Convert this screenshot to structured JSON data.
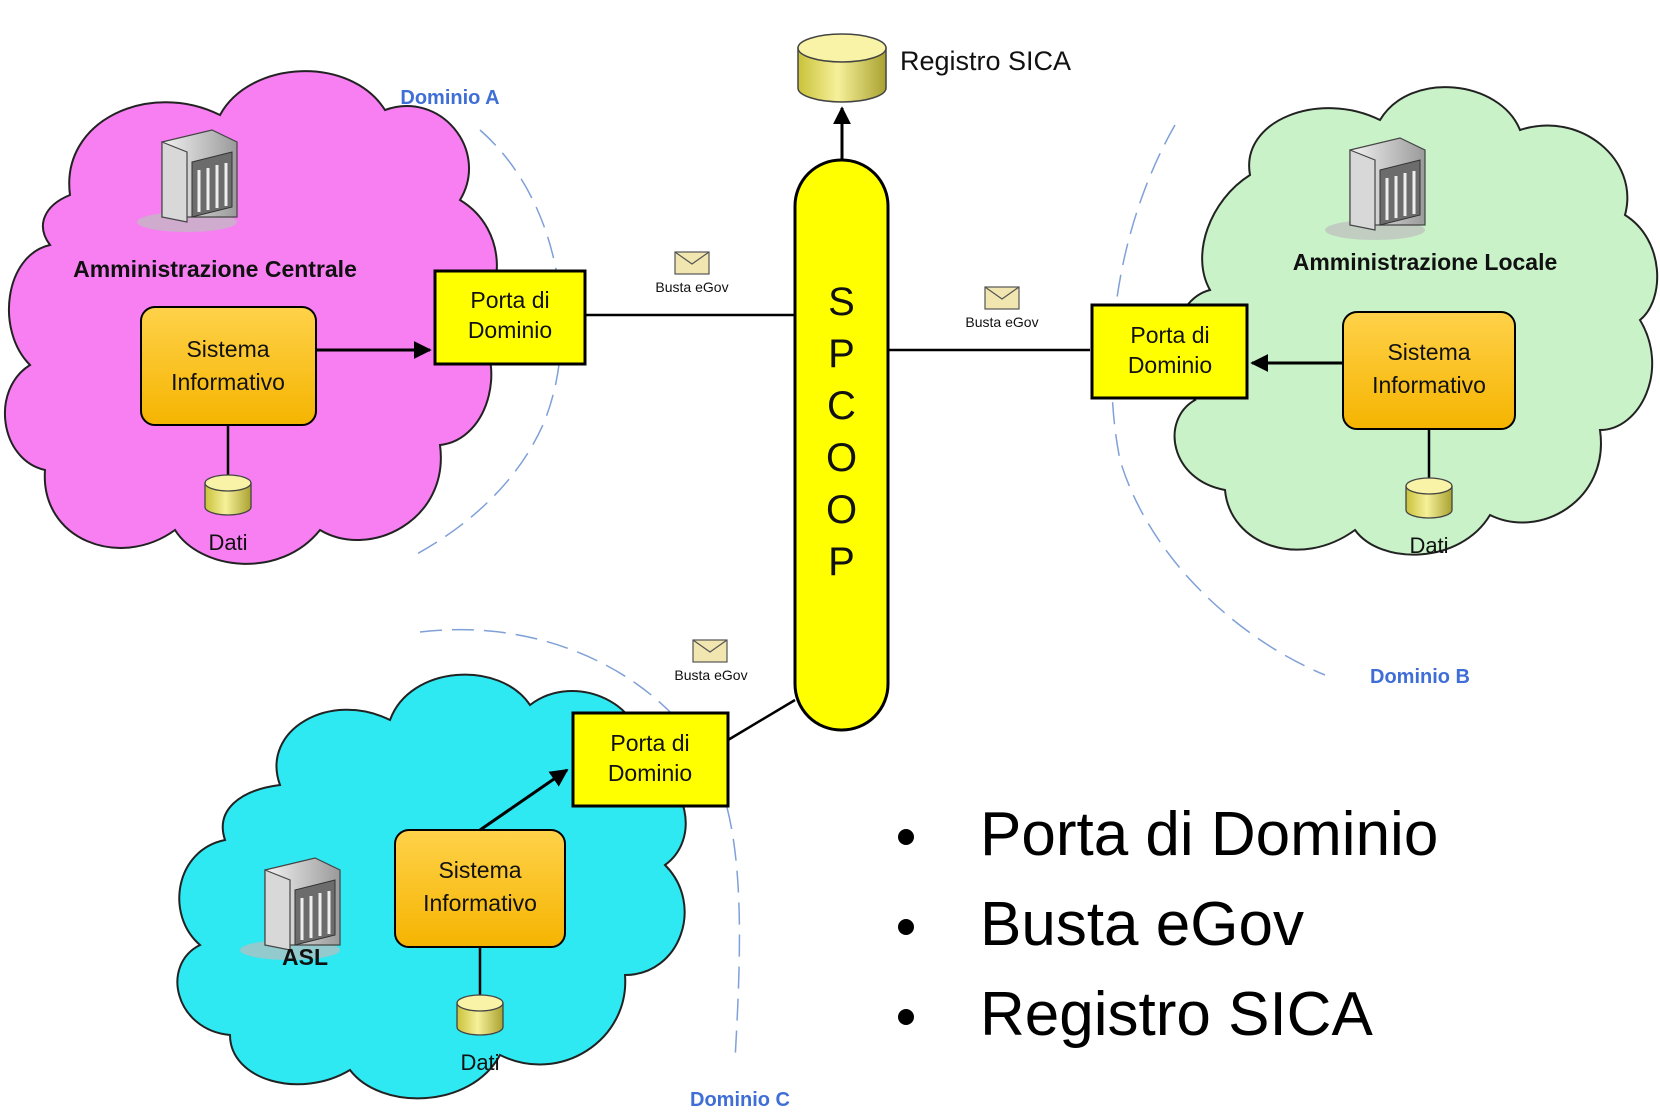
{
  "registry": {
    "label": "Registro SICA"
  },
  "backbone": {
    "label": "SPCOOP"
  },
  "domains": {
    "a": {
      "label": "Dominio A"
    },
    "b": {
      "label": "Dominio B"
    },
    "c": {
      "label": "Dominio C"
    }
  },
  "nodes": {
    "central": {
      "title": "Amministrazione Centrale",
      "system": [
        "Sistema",
        "Informativo"
      ],
      "gateway": [
        "Porta di",
        "Dominio"
      ],
      "data": "Dati"
    },
    "local": {
      "title": "Amministrazione Locale",
      "system": [
        "Sistema",
        "Informativo"
      ],
      "gateway": [
        "Porta di",
        "Dominio"
      ],
      "data": "Dati"
    },
    "asl": {
      "title": "ASL",
      "system": [
        "Sistema",
        "Informativo"
      ],
      "gateway": [
        "Porta di",
        "Dominio"
      ],
      "data": "Dati"
    }
  },
  "envelopes": {
    "label": "Busta eGov"
  },
  "bullets": [
    "Porta di Dominio",
    "Busta eGov",
    "Registro SICA"
  ],
  "colors": {
    "cloud_central": "#f77ff2",
    "cloud_local": "#c9f2c9",
    "cloud_asl": "#2ee8f2",
    "box_yellow": "#ffff00",
    "box_orange": "#ffc000",
    "domain_label": "#3f6fd6",
    "dashed_line": "#7fa0d8"
  }
}
